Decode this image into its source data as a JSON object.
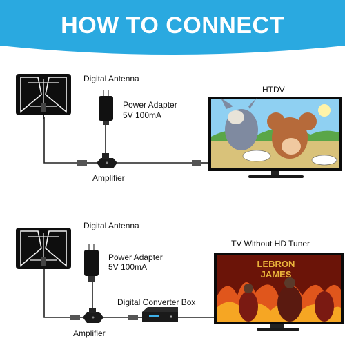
{
  "header": {
    "title": "HOW TO CONNECT"
  },
  "diagram_top": {
    "antenna_label": "Digital Antenna",
    "power_label_1": "Power Adapter",
    "power_label_2": "5V 100mA",
    "amplifier_label": "Amplifier",
    "tv_label": "HTDV"
  },
  "diagram_bottom": {
    "antenna_label": "Digital Antenna",
    "power_label_1": "Power Adapter",
    "power_label_2": "5V 100mA",
    "amplifier_label": "Amplifier",
    "converter_label": "Digital Converter Box",
    "tv_label": "TV Without HD Tuner",
    "screen_text_1": "LEBRON",
    "screen_text_2": "JAMES"
  },
  "colors": {
    "banner": "#2aa9e0",
    "cable": "#222222",
    "device": "#1a1a1a"
  }
}
